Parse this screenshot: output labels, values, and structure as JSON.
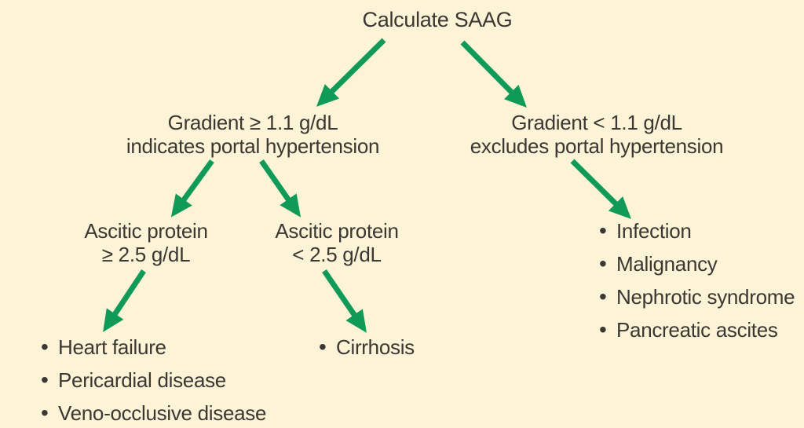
{
  "diagram": {
    "title": "Calculate SAAG",
    "nodes": {
      "gradient_high": {
        "line1": "Gradient ≥ 1.1 g/dL",
        "line2": "indicates portal hypertension"
      },
      "gradient_low": {
        "line1": "Gradient < 1.1 g/dL",
        "line2": "excludes portal hypertension"
      },
      "protein_high": {
        "line1": "Ascitic protein",
        "line2": "≥ 2.5 g/dL"
      },
      "protein_low": {
        "line1": "Ascitic protein",
        "line2": "< 2.5 g/dL"
      }
    },
    "lists": {
      "protein_high_causes": [
        "Heart failure",
        "Pericardial disease",
        "Veno-occlusive disease"
      ],
      "protein_low_causes": [
        "Cirrhosis"
      ],
      "gradient_low_causes": [
        "Infection",
        "Malignancy",
        "Nephrotic syndrome",
        "Pancreatic ascites"
      ]
    },
    "colors": {
      "background": "#fdf3d7",
      "arrow": "#0f9b57",
      "text": "#3b3732"
    }
  }
}
